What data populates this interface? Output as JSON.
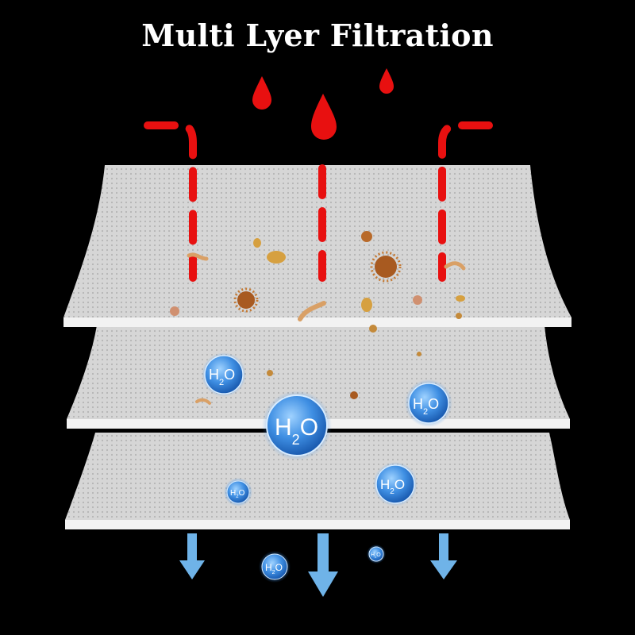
{
  "title": "Multi Lyer Filtration",
  "molecule": {
    "base": "H",
    "sub": "2",
    "tail": "O"
  },
  "colors": {
    "background": "#000000",
    "layer": "#d9d9d9",
    "layer_edge": "#f2f2f2",
    "flow_in": "#e81010",
    "flow_out": "#6fb3e8",
    "molecule": "#3d8fe0",
    "particle": "#c48a3a"
  },
  "icons": [
    "droplet-icon",
    "dashed-flow-arrow",
    "particle-icon",
    "water-molecule-icon",
    "down-arrow-icon"
  ]
}
